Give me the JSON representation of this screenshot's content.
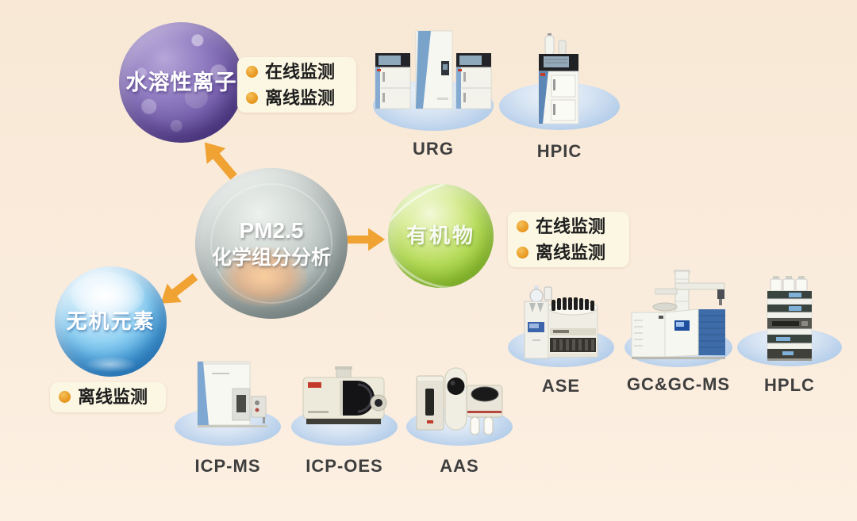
{
  "center_node": {
    "line1": "PM2.5",
    "line2": "化学组分分析"
  },
  "branches": {
    "ions": {
      "name": "水溶性离子",
      "monitoring": [
        "在线监测",
        "离线监测"
      ],
      "instruments": [
        "URG",
        "HPIC"
      ]
    },
    "organic": {
      "name": "有机物",
      "monitoring": [
        "在线监测",
        "离线监测"
      ],
      "instruments": [
        "ASE",
        "GC&GC-MS",
        "HPLC"
      ]
    },
    "inorganic": {
      "name": "无机元素",
      "monitoring": [
        "离线监测"
      ],
      "instruments": [
        "ICP-MS",
        "ICP-OES",
        "AAS"
      ]
    }
  },
  "colors": {
    "bg_top": "#f8e8d5",
    "bg_bottom": "#fcf0e2",
    "arrow": "#f0a232",
    "pill_bg": "#fbf7e2",
    "bullet": "#e6951c",
    "platform_top": "#f0f5fb",
    "platform_bottom": "#adc9e8",
    "label_text": "#3e3e3e",
    "sphere_purple": "#5c4796",
    "sphere_green": "#93c531",
    "sphere_blue": "#2a8ad2",
    "sphere_gray": "#9aa7a5"
  }
}
